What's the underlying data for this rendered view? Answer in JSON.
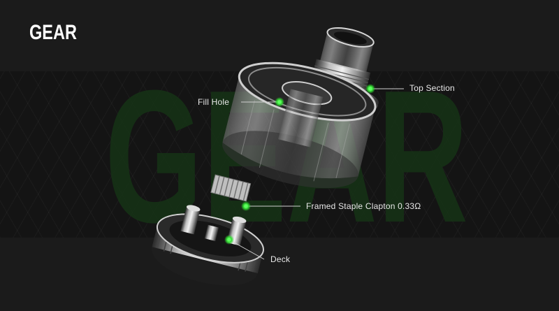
{
  "brand": {
    "logo_text": "GEAR",
    "watermark_text": "GEAR"
  },
  "colors": {
    "background": "#1b1b1b",
    "band": "#141414",
    "accent": "#33dd33",
    "watermark": "#163316"
  },
  "callouts": {
    "top_section": "Top Section",
    "fill_hole": "Fill Hole",
    "coil": "Framed Staple Clapton 0.33Ω",
    "deck": "Deck"
  }
}
